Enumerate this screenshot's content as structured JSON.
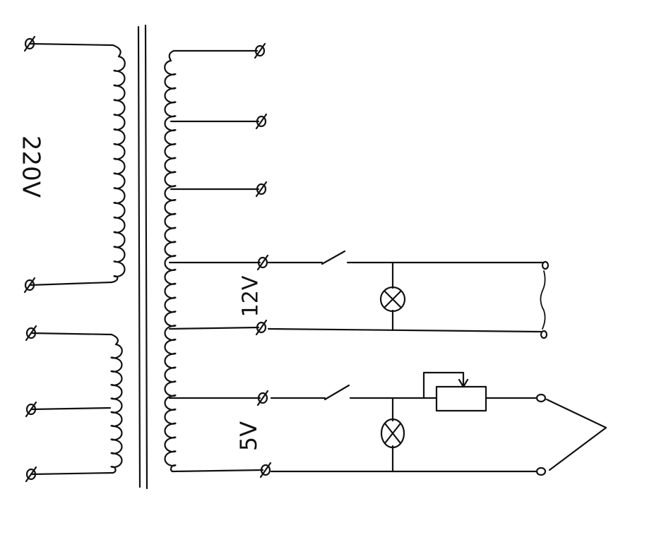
{
  "labels": {
    "primary_voltage": "220V",
    "tap_12v": "12V",
    "tap_5v": "5V"
  },
  "ink_color": "#111111",
  "background": "#ffffff"
}
